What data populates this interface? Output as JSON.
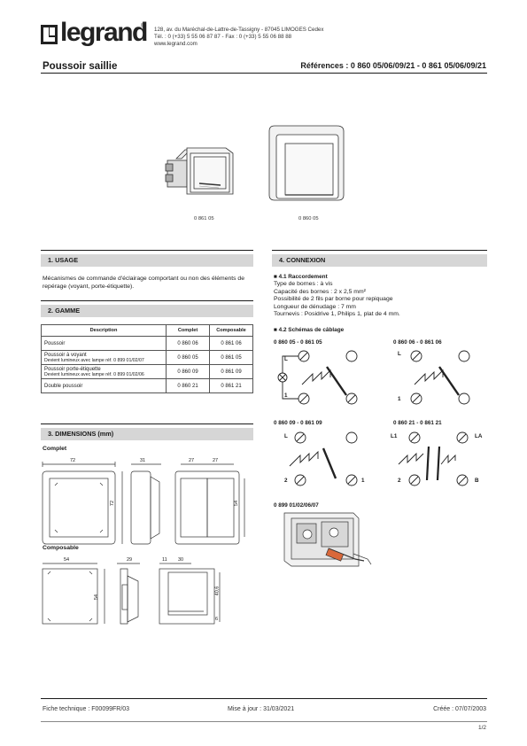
{
  "header": {
    "brand": "legrand",
    "registered": "®",
    "address_line1": "128, av. du Maréchal-de-Lattre-de-Tassigny - 87045 LIMOGES Cedex",
    "address_line2": "Tél. : 0 (+33) 5 55 06 87 87 - Fax : 0 (+33) 5 55 06 88 88",
    "address_line3": "www.legrand.com",
    "title": "Poussoir saillie",
    "references": "Références : 0 860 05/06/09/21 - 0 861 05/06/09/21"
  },
  "products": {
    "left_label": "0 861 05",
    "right_label": "0 860 05"
  },
  "usage": {
    "heading": "1. USAGE",
    "text": "Mécanismes de commande d'éclairage comportant ou non des éléments de repérage (voyant, porte-étiquette)."
  },
  "gamme": {
    "heading": "2. GAMME",
    "columns": [
      "Description",
      "Complet",
      "Composable"
    ],
    "rows": [
      {
        "desc": "Poussoir",
        "sub": "",
        "complet": "0 860 06",
        "composable": "0 861 06"
      },
      {
        "desc": "Poussoir à voyant",
        "sub": "Devient lumineux avec lampe réf. 0 899 01/02/07",
        "complet": "0 860 05",
        "composable": "0 861 05"
      },
      {
        "desc": "Poussoir porte-étiquette",
        "sub": "Devient lumineux avec lampe réf. 0 899 01/02/06",
        "complet": "0 860 09",
        "composable": "0 861 09"
      },
      {
        "desc": "Double poussoir",
        "sub": "",
        "complet": "0 860 21",
        "composable": "0 861 21"
      }
    ]
  },
  "dimensions": {
    "heading": "3. DIMENSIONS (mm)",
    "complet_label": "Complet",
    "composable_label": "Composable",
    "complet": {
      "w": "72",
      "h": "72",
      "depth": "31",
      "half1": "27",
      "half2": "27",
      "inner_h": "54"
    },
    "composable": {
      "w": "54",
      "h": "54",
      "depth": "29",
      "d1": "11",
      "d2": "30",
      "h2": "40,6",
      "h3": "6"
    }
  },
  "connexion": {
    "heading": "4. CONNEXION",
    "raccordement_title": "4.1 Raccordement",
    "lines": [
      "Type de bornes : à vis",
      "Capacité des bornes : 2 x 2,5 mm²",
      "Possibilité de 2 fils par borne pour repiquage",
      "Longueur de dénudage : 7 mm",
      "Tournevis : Posidrive 1, Philips 1, plat de 4 mm."
    ],
    "schemas_title": "4.2 Schémas de câblage",
    "schemas": [
      {
        "title": "0 860 05 - 0 861 05",
        "l": "L",
        "n": "1"
      },
      {
        "title": "0 860 06 - 0 861 06",
        "l": "L",
        "n": "1"
      },
      {
        "title": "0 860 09 - 0 861 09",
        "l": "L",
        "n": "2",
        "m": "1"
      },
      {
        "title": "0 860 21 - 0 861 21",
        "l": "L1",
        "la": "LA",
        "n": "2",
        "b": "B"
      }
    ],
    "lamp_title": "0 899 01/02/06/07"
  },
  "footer": {
    "fiche": "Fiche technique : F00099FR/03",
    "maj": "Mise à jour : 31/03/2021",
    "creee": "Créée : 07/07/2003",
    "page": "1/2"
  }
}
